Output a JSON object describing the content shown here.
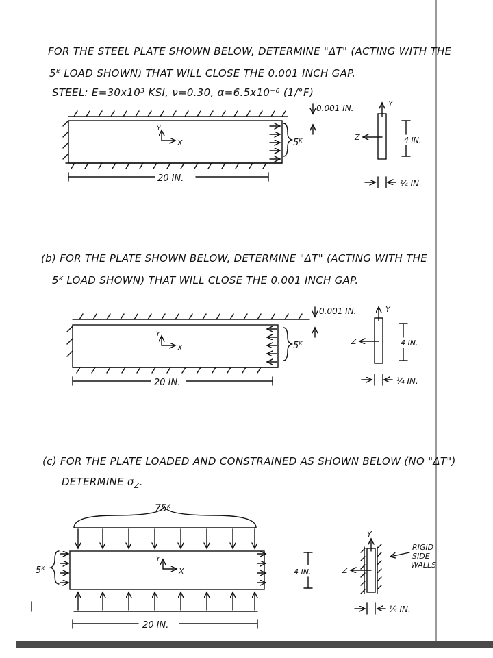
{
  "problem_a": {
    "line1": "FOR THE STEEL PLATE SHOWN BELOW, DETERMINE \"ΔT\" (ACTING WITH THE",
    "line2": "5ᴷ LOAD SHOWN) THAT WILL CLOSE THE 0.001 INCH GAP.",
    "line3": "STEEL: E=30x10³ KSI, ν=0.30, α=6.5x10⁻⁶ (1/°F)",
    "gap_label": "0.001 IN.",
    "load_label": "5ᴷ",
    "length_label": "20 IN.",
    "axis_x": "X",
    "axis_y": "Y",
    "axis_z": "Z",
    "height_label": "4 IN.",
    "thickness_label": "¼ IN."
  },
  "problem_b": {
    "line1": "(b) FOR THE PLATE SHOWN BELOW, DETERMINE \"ΔT\" (ACTING WITH THE",
    "line2": "5ᴷ LOAD SHOWN) THAT WILL CLOSE THE 0.001 INCH GAP.",
    "gap_label": "0.001 IN.",
    "load_label": "5ᴷ",
    "length_label": "20 IN.",
    "axis_x": "X",
    "axis_y": "Y",
    "axis_z": "Z",
    "height_label": "4 IN.",
    "thickness_label": "¼ IN."
  },
  "problem_c": {
    "line1": "(c) FOR THE PLATE LOADED AND CONSTRAINED AS SHOWN BELOW (NO \"ΔT\")",
    "line2": "DETERMINE σ",
    "line2_sub": "Z",
    "line2_end": ".",
    "top_load_label": "75ᴷ",
    "side_load_label": "5ᴷ",
    "length_label": "20 IN.",
    "axis_x": "X",
    "axis_y": "Y",
    "axis_z": "Z",
    "height_label": "4 IN.",
    "rigid_label_1": "RIGID",
    "rigid_label_2": "SIDE",
    "rigid_label_3": "WALLS",
    "thickness_label": "¼ IN."
  }
}
